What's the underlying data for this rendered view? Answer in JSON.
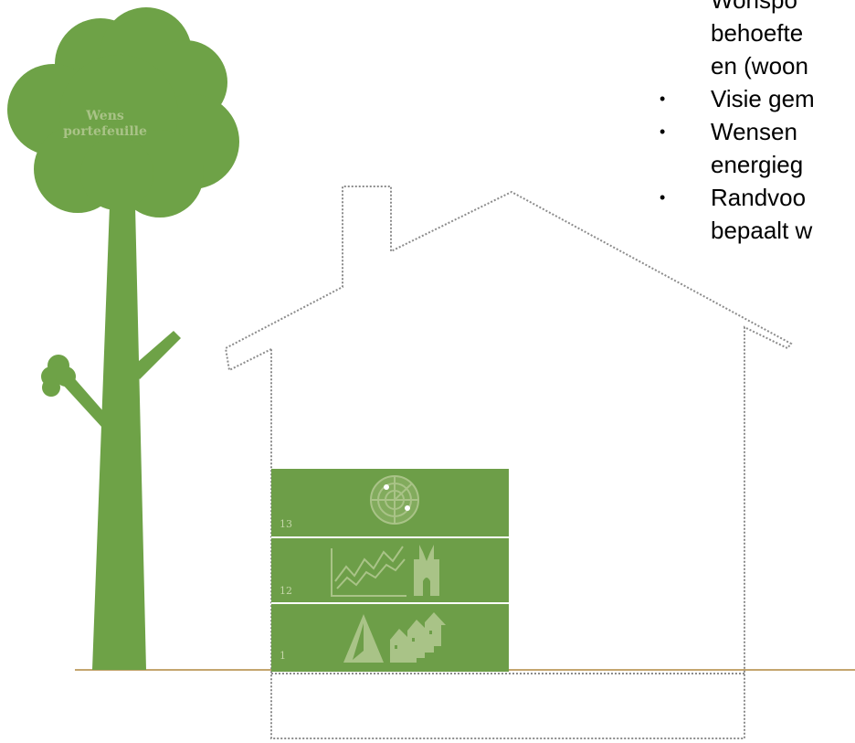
{
  "tree": {
    "label_line1": "Wens",
    "label_line2": "portefeuille"
  },
  "bullets": [
    {
      "marker": "",
      "lines": [
        "Wonspo",
        "behoefte",
        "en (woon"
      ]
    },
    {
      "marker": "•",
      "lines": [
        "Visie gem"
      ]
    },
    {
      "marker": "•",
      "lines": [
        "Wensen",
        "energieg"
      ]
    },
    {
      "marker": "•",
      "lines": [
        "Randvoo",
        "bepaalt w"
      ]
    }
  ],
  "levels": [
    {
      "number": "13",
      "icon": "radar-icon"
    },
    {
      "number": "12",
      "icon": "growth-chart-and-church-icon"
    },
    {
      "number": "1",
      "icon": "pyramid-and-houses-icon"
    }
  ],
  "colors": {
    "green": "#6d9e48",
    "tree_green": "#6ea247",
    "ground": "#c4a56e",
    "icon_light": "#a9c387",
    "dotted_outline": "#8c8c8c"
  }
}
